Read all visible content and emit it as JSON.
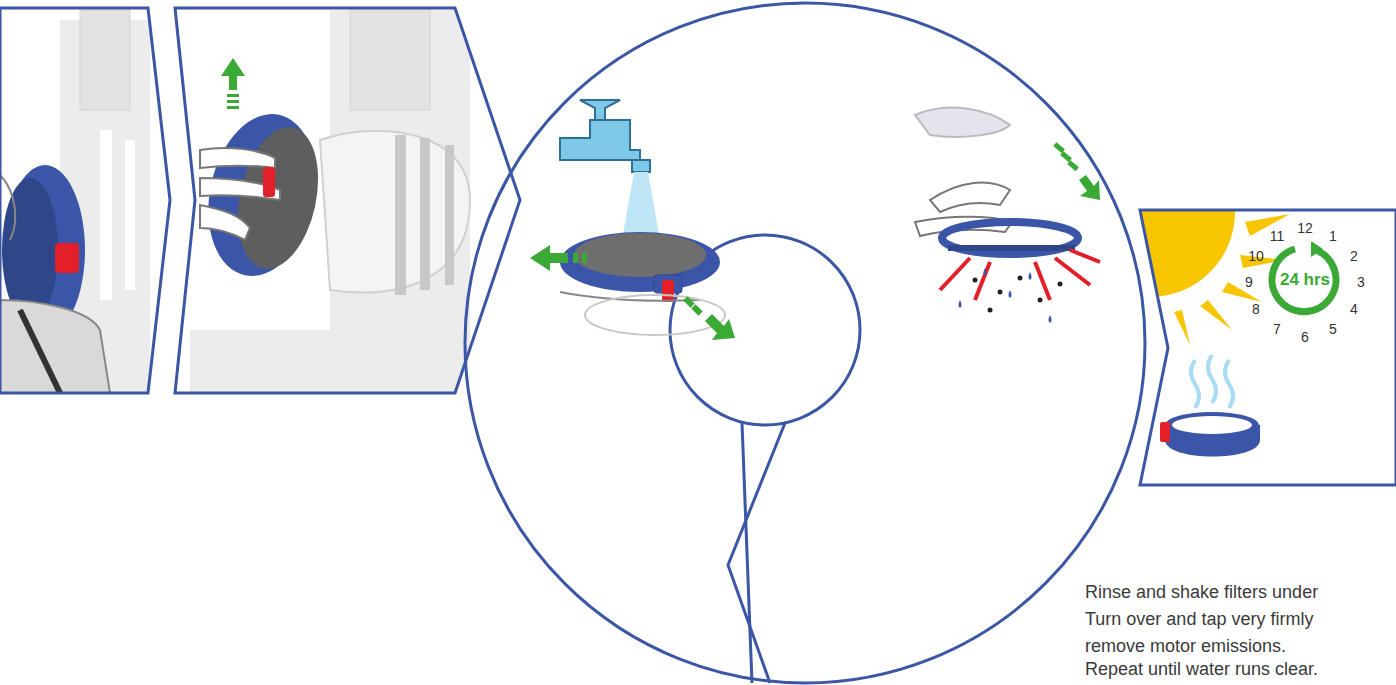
{
  "diagram": {
    "nodes": [
      {
        "text": [
          "24 hrs"
        ]
      }
    ],
    "labels": [
      "12",
      "1",
      "2",
      "3",
      "4",
      "5",
      "6",
      "7",
      "8",
      "9",
      "10",
      "11",
      "Rinse and shake filters under",
      "Turn over and tap very firmly",
      "remove motor emissions.",
      "Repeat until water runs clear."
    ]
  }
}
